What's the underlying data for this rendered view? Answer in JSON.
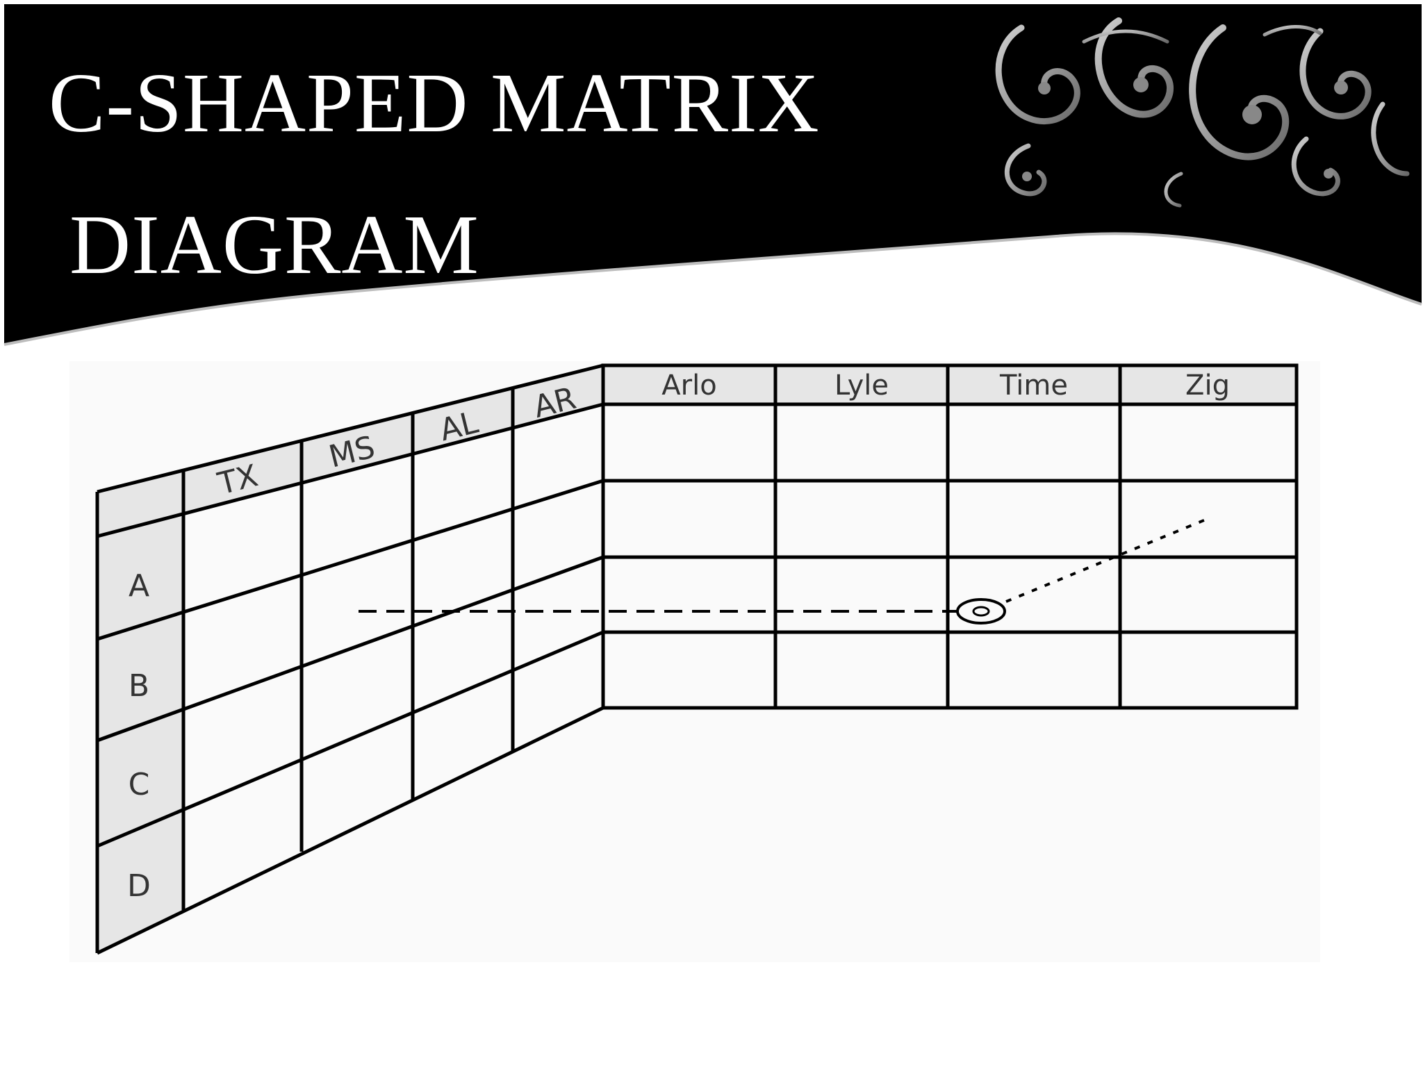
{
  "slide": {
    "title_line1": "C-SHAPED MATRIX",
    "title_line2": "DIAGRAM"
  },
  "matrix": {
    "left_rows": [
      "A",
      "B",
      "C",
      "D"
    ],
    "left_columns": [
      "TX",
      "MS",
      "AL",
      "AR"
    ],
    "right_columns": [
      "Arlo",
      "Lyle",
      "Time",
      "Zig"
    ]
  },
  "colors": {
    "banner": "#000000",
    "background": "#ffffff",
    "header_fill": "#e6e6e6",
    "grid_line": "#000000",
    "title_text": "#ffffff"
  },
  "icons": [
    "swirl-ornament-icon",
    "target-marker-icon"
  ]
}
